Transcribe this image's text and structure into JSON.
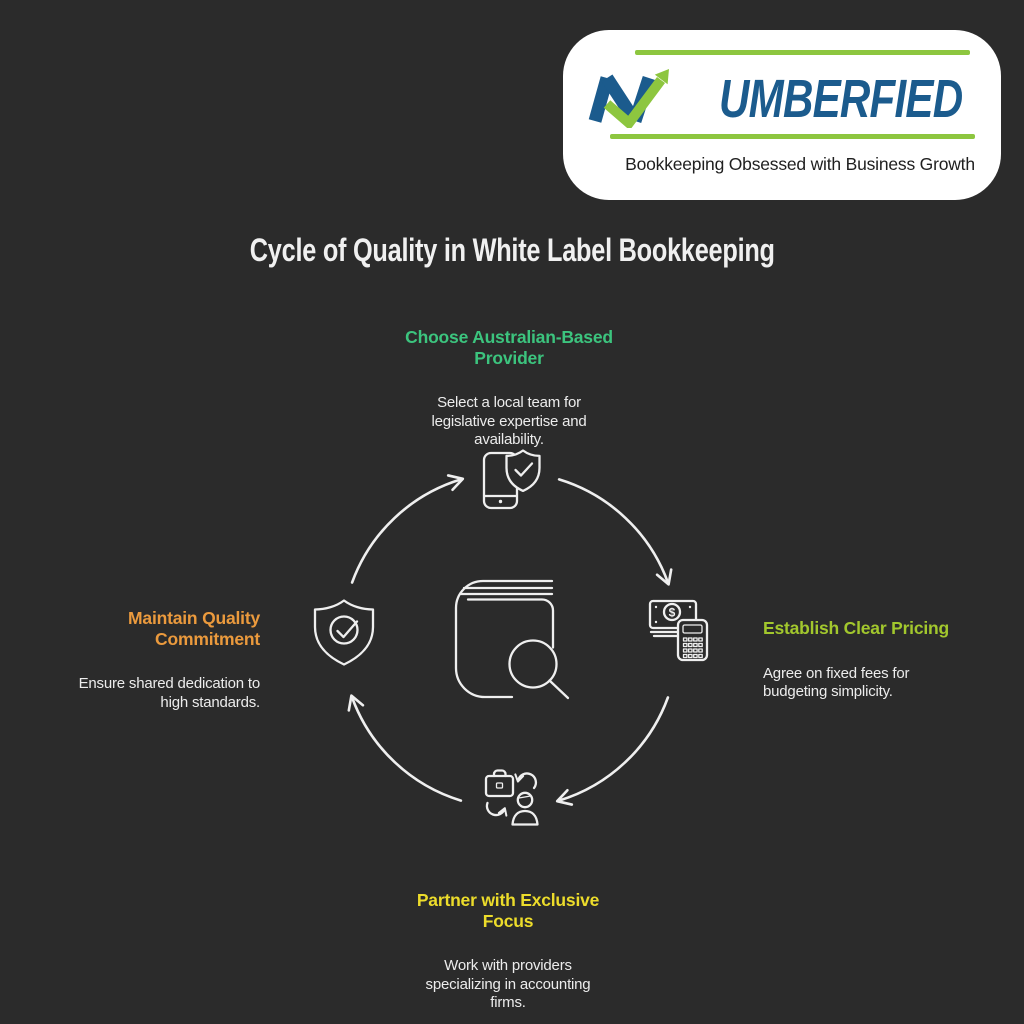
{
  "page": {
    "background": "#2b2b2b",
    "title": "Cycle of Quality in White Label Bookkeeping"
  },
  "logo": {
    "brand_text": "UMBERFIED",
    "tagline": "Bookkeeping Obsessed with Business Growth",
    "card_color": "#ffffff",
    "blue": "#1b5b8d",
    "green": "#8dc63f",
    "mark": "n-with-growth-arrow"
  },
  "cycle": {
    "stroke_color": "#efefef",
    "direction": "clockwise",
    "center_icon": "book-magnifier",
    "dollar_symbol": "$",
    "steps": [
      {
        "position": "top",
        "heading": "Choose Australian-Based\nProvider",
        "body": "Select a local team for\nlegislative expertise and\navailability.",
        "color": "#3cc47e",
        "icon": "phone-shield-check"
      },
      {
        "position": "right",
        "heading": "Establish Clear Pricing",
        "body": "Agree on fixed fees for\nbudgeting simplicity.",
        "color": "#a2c72d",
        "icon": "cash-calculator"
      },
      {
        "position": "bottom",
        "heading": "Partner with Exclusive\nFocus",
        "body": "Work with providers\nspecializing in accounting\nfirms.",
        "color": "#ecdc2b",
        "icon": "briefcase-person-exchange"
      },
      {
        "position": "left",
        "heading": "Maintain Quality\nCommitment",
        "body": "Ensure shared dedication to\nhigh standards.",
        "color": "#eb9a3d",
        "icon": "shield-check"
      }
    ]
  }
}
